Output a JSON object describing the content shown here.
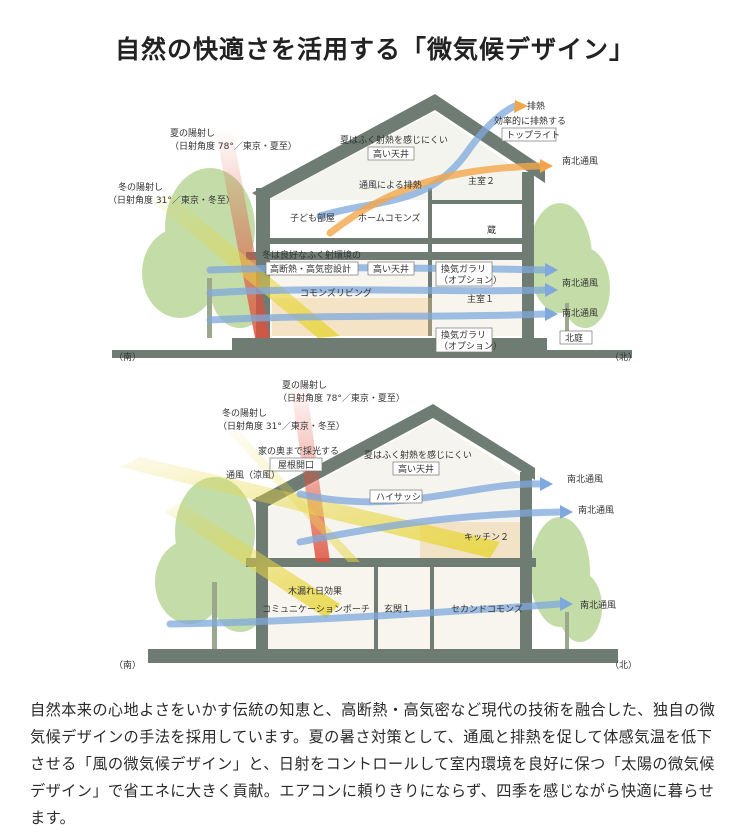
{
  "title": "自然の快適さを活用する「微気候デザイン」",
  "diagram1": {
    "summer_sun": [
      "夏の陽射し",
      "（日射角度 78°／東京・夏至）"
    ],
    "winter_sun": [
      "冬の陽射し",
      "（日射角度 31°／東京・冬至）"
    ],
    "exhaust": "排熱",
    "efficient_exhaust": "効率的に排熱する",
    "toplight": "トップライト",
    "no_heat_feel": "夏はふく射熱を感じにくい",
    "high_ceiling_top": "高い天井",
    "ventilation_exhaust": "通風による排熱",
    "master2": "主室２",
    "kids_room": "子ども部屋",
    "home_commons": "ホームコモンズ",
    "storage": "蔵",
    "winter_radiant": "冬は良好なふく射環境の",
    "insulation": "高断熱・高気密設計",
    "high_ceiling_mid": "高い天井",
    "vent_glass_top": [
      "換気ガラリ",
      "（オプション）"
    ],
    "commons_living": "コモンズリビング",
    "master1": "主室１",
    "vent_glass_bottom": [
      "換気ガラリ",
      "（オプション）"
    ],
    "ns_wind_1": "南北通風",
    "ns_wind_2": "南北通風",
    "ns_wind_3": "南北通風",
    "north_garden": "北庭",
    "south": "（南）",
    "north": "（北）"
  },
  "diagram2": {
    "summer_sun": [
      "夏の陽射し",
      "（日射角度 78°／東京・夏至）"
    ],
    "winter_sun": [
      "冬の陽射し",
      "（日射角度 31°／東京・冬至）"
    ],
    "daylight_deep": "家の奥まで採光する",
    "roof_opening": "屋根開口",
    "no_heat_feel": "夏はふく射熱を感じにくい",
    "high_ceiling": "高い天井",
    "cool_breeze": "通風（涼風）",
    "high_sash": "ハイサッシ",
    "kitchen2": "キッチン２",
    "komorebi": "木漏れ日効果",
    "community_porch": "コミュニケーションポーチ",
    "entrance1": "玄関１",
    "second_commons": "セカンドコモンズ",
    "ns_wind_1": "南北通風",
    "ns_wind_2": "南北通風",
    "ns_wind_3": "南北通風",
    "south": "（南）",
    "north": "（北）"
  },
  "description": "自然本来の心地よさをいかす伝統の知恵と、高断熱・高気密など現代の技術を融合した、独自の微気候デザインの手法を採用しています。夏の暑さ対策として、通風と排熱を促して体感気温を低下させる「風の微気候デザイン」と、日射をコントロールして室内環境を良好に保つ「太陽の微気候デザイン」で省エネに大きく貢献。エアコンに頼りきりにならず、四季を感じながら快適に暮らせます。",
  "colors": {
    "wall": "#6f7c74",
    "summer_ray": "#e0503c",
    "winter_ray": "#e8d640",
    "wind_blue": "#7fa8dc",
    "heat_orange": "#f2a64a",
    "tree": "#b9d79a"
  }
}
